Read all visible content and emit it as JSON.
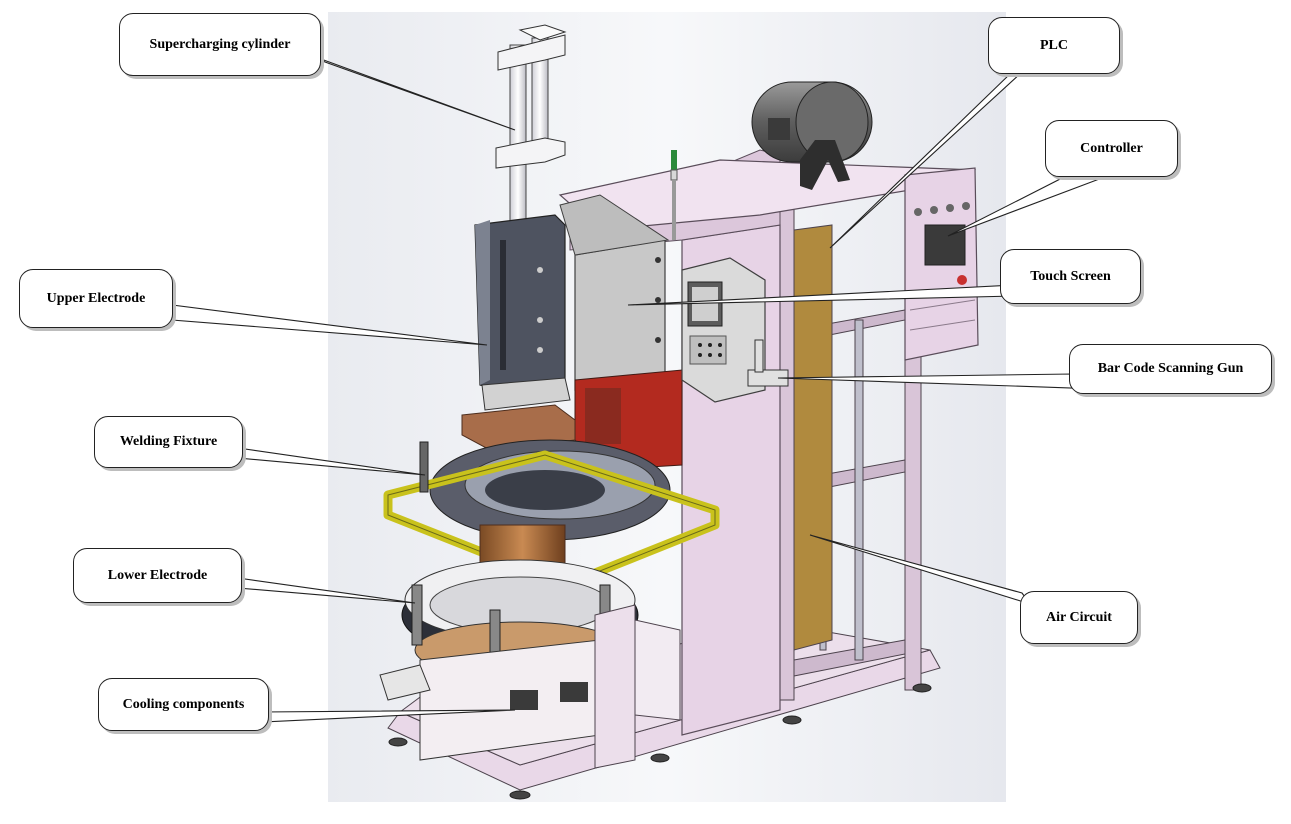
{
  "labels": {
    "supercharging_cylinder": "Supercharging cylinder",
    "plc": "PLC",
    "controller": "Controller",
    "upper_electrode": "Upper Electrode",
    "touch_screen": "Touch Screen",
    "bar_code_scanning_gun": "Bar Code Scanning Gun",
    "welding_fixture": "Welding Fixture",
    "lower_electrode": "Lower Electrode",
    "air_circuit": "Air Circuit",
    "cooling_components": "Cooling components"
  },
  "colors": {
    "frame": "#e7d3e6",
    "frame_edge": "#5a4d5a",
    "cabinet": "#c8c8c8",
    "transformer": "#b32a1f",
    "copper": "#b5733f",
    "fixture": "#c9c21c",
    "panel_back": "#b08a3e",
    "background_shade": "#e6e8ee"
  }
}
